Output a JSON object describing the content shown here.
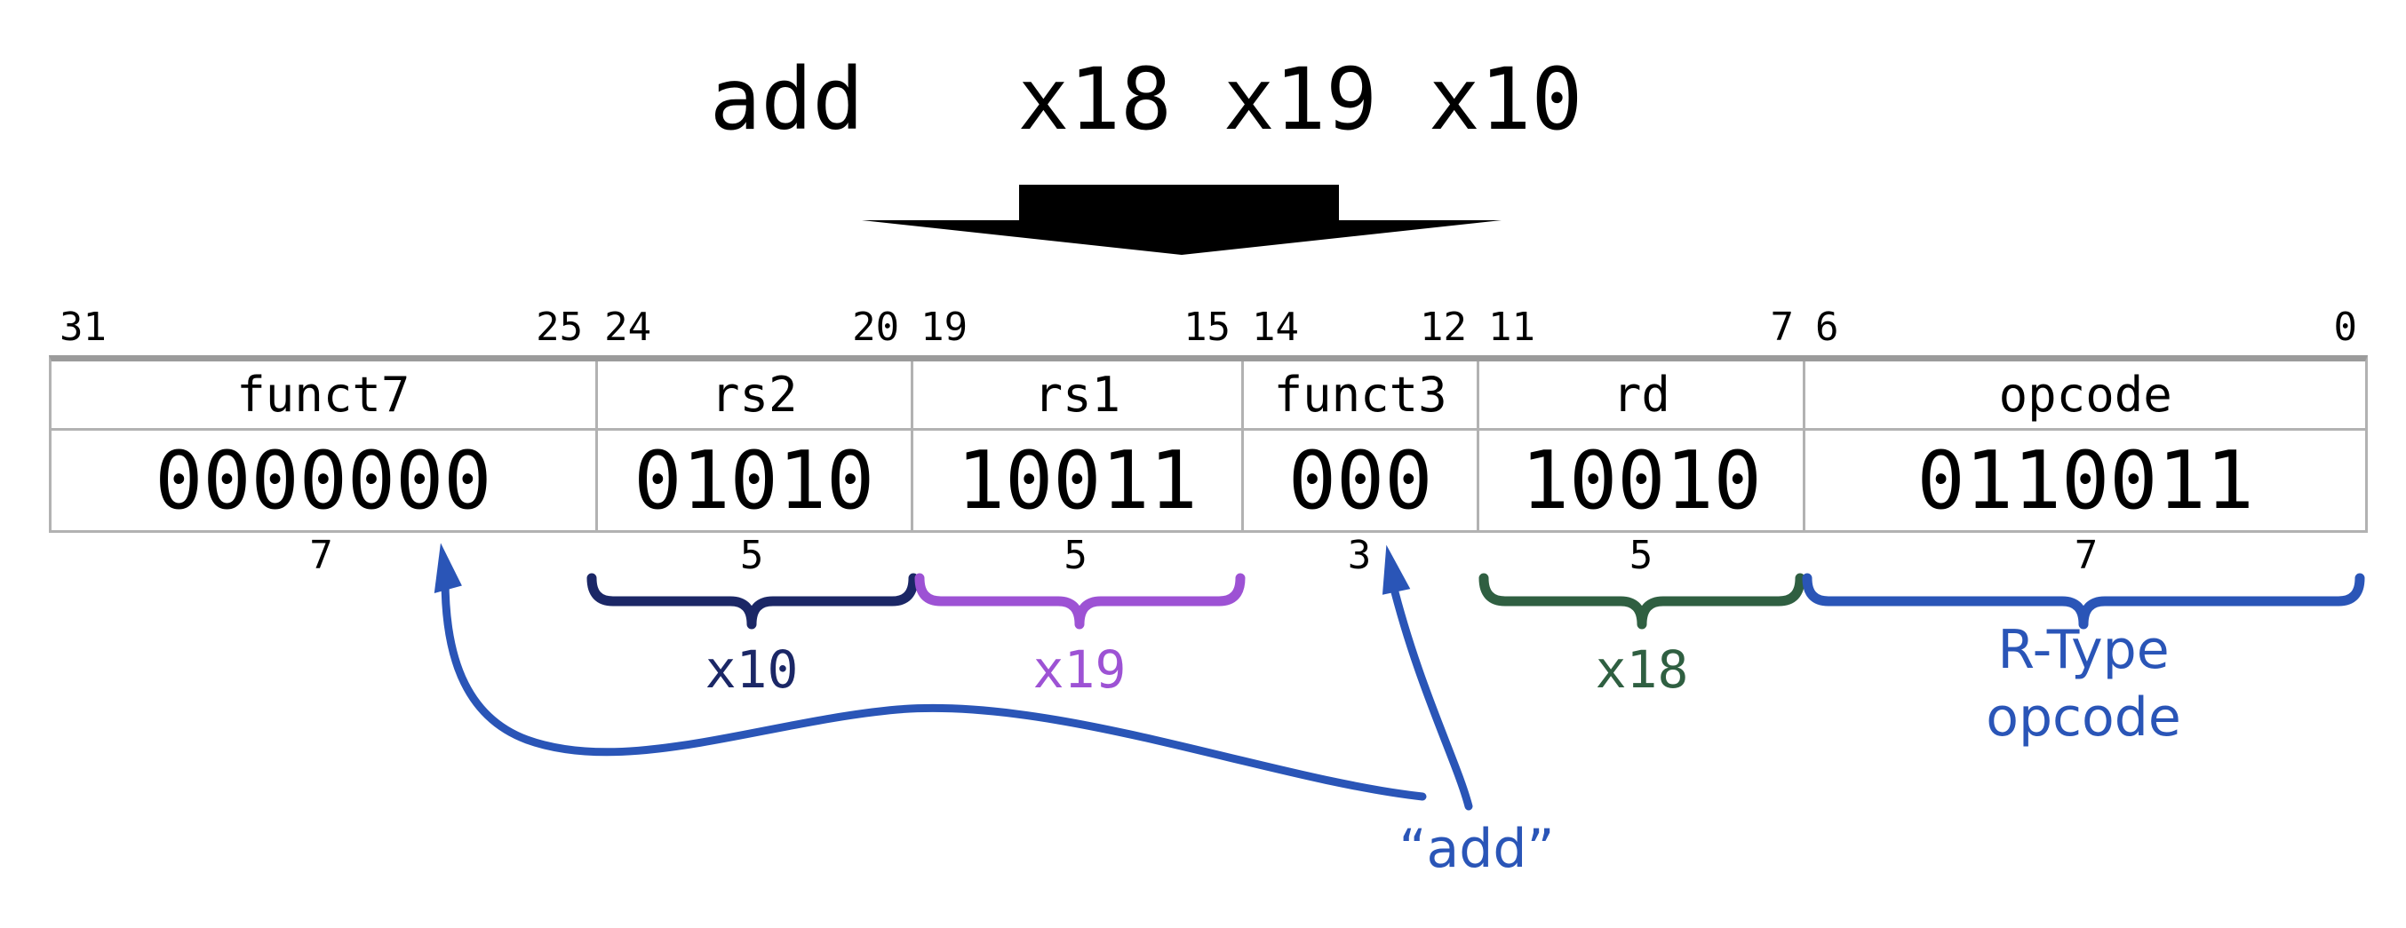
{
  "title": "add   x18 x19 x10",
  "fields": [
    {
      "name": "funct7",
      "value": "0000000",
      "hi": "31",
      "lo": "25",
      "width": "7"
    },
    {
      "name": "rs2",
      "value": "01010",
      "hi": "24",
      "lo": "20",
      "width": "5"
    },
    {
      "name": "rs1",
      "value": "10011",
      "hi": "19",
      "lo": "15",
      "width": "5"
    },
    {
      "name": "funct3",
      "value": "000",
      "hi": "14",
      "lo": "12",
      "width": "3"
    },
    {
      "name": "rd",
      "value": "10010",
      "hi": "11",
      "lo": "7",
      "width": "5"
    },
    {
      "name": "opcode",
      "value": "0110011",
      "hi": "6",
      "lo": "0",
      "width": "7"
    }
  ],
  "annotations": {
    "rs2_register": "x10",
    "rs1_register": "x19",
    "rd_register": "x18",
    "opcode_label_line1": "R-Type",
    "opcode_label_line2": "opcode",
    "mnemonic_label": "“add”"
  },
  "colors": {
    "navy": "#1b2766",
    "purple": "#9d52d4",
    "green": "#2f5f41",
    "blue": "#2a55b7",
    "black": "#000000",
    "border": "#b2b2b2",
    "border_top": "#9b9b9b"
  }
}
